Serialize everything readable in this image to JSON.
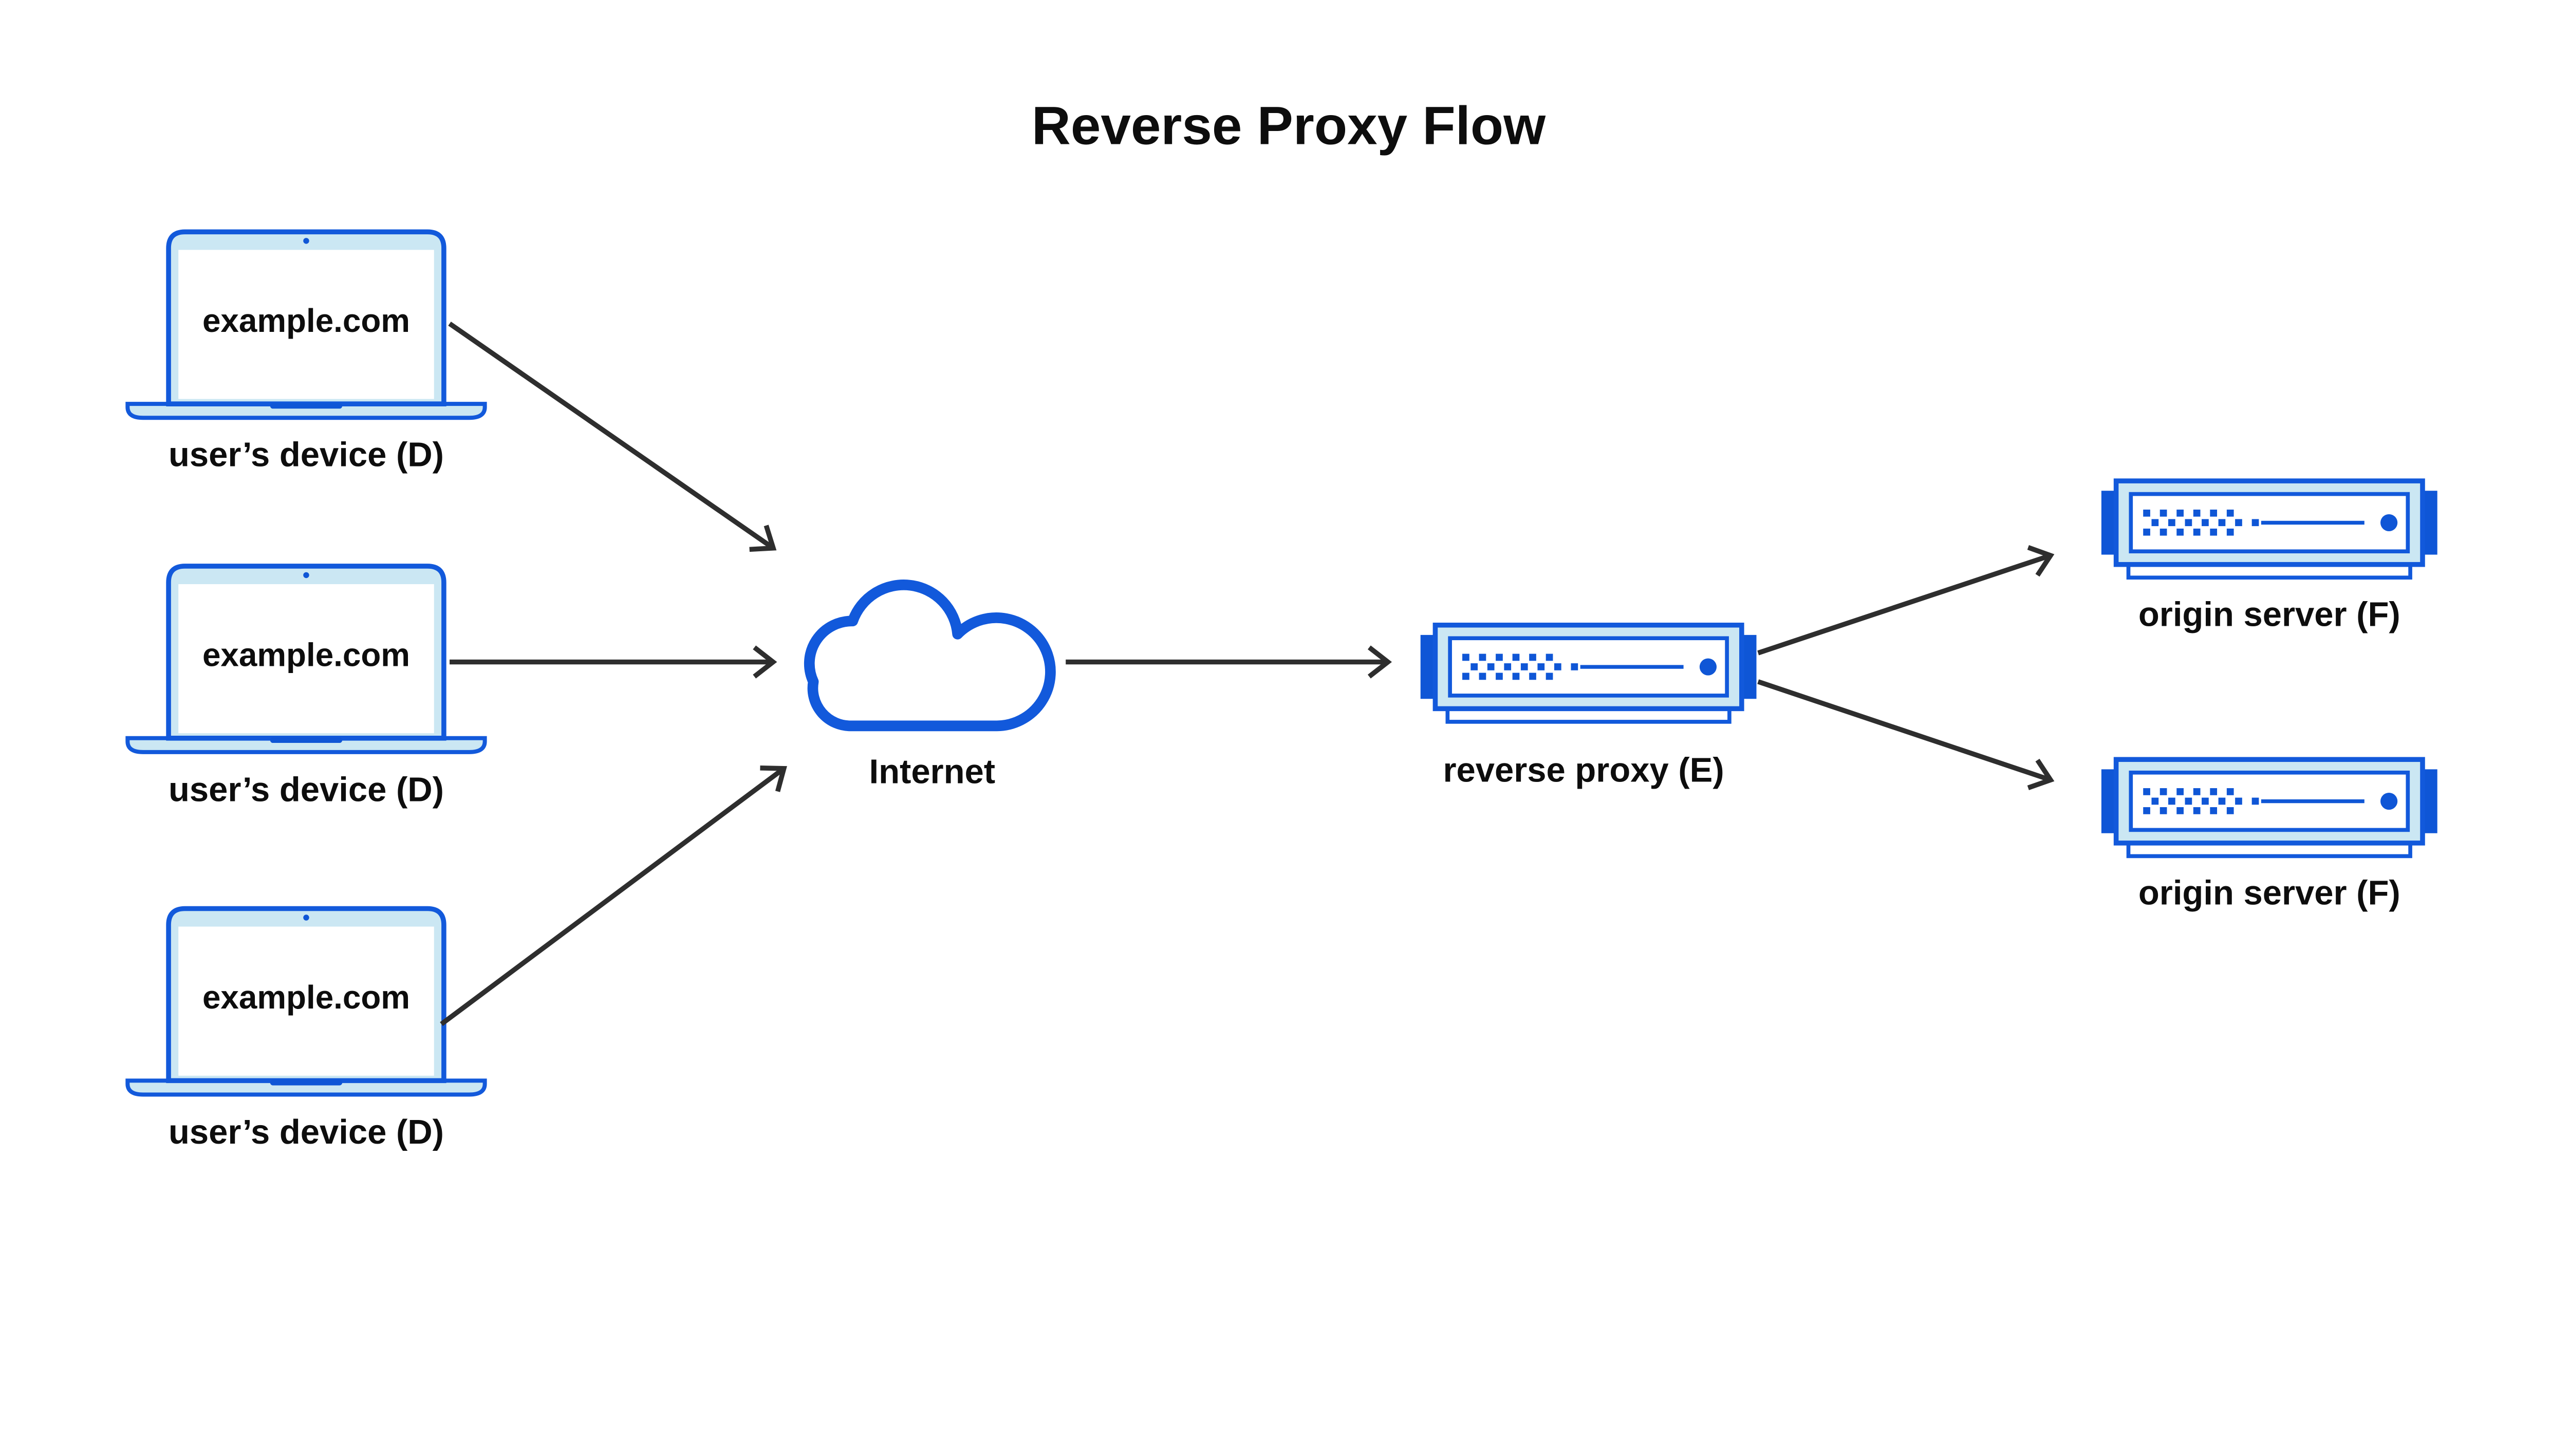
{
  "diagram": {
    "title": "Reverse Proxy Flow",
    "devices": [
      {
        "screen_text": "example.com",
        "label": "user’s device (D)"
      },
      {
        "screen_text": "example.com",
        "label": "user’s device (D)"
      },
      {
        "screen_text": "example.com",
        "label": "user’s device (D)"
      }
    ],
    "internet": {
      "label": "Internet"
    },
    "reverse_proxy": {
      "label": "reverse proxy (E)"
    },
    "origin_servers": [
      {
        "label": "origin server (F)"
      },
      {
        "label": "origin server (F)"
      }
    ],
    "colors": {
      "accent_blue": "#1259DB",
      "solid_blue": "#0F56D6",
      "light_blue": "#CBE7F3",
      "arrow": "#2E2E2E",
      "text_color": "#0D0D0D",
      "background": "#FFFFFF"
    }
  }
}
